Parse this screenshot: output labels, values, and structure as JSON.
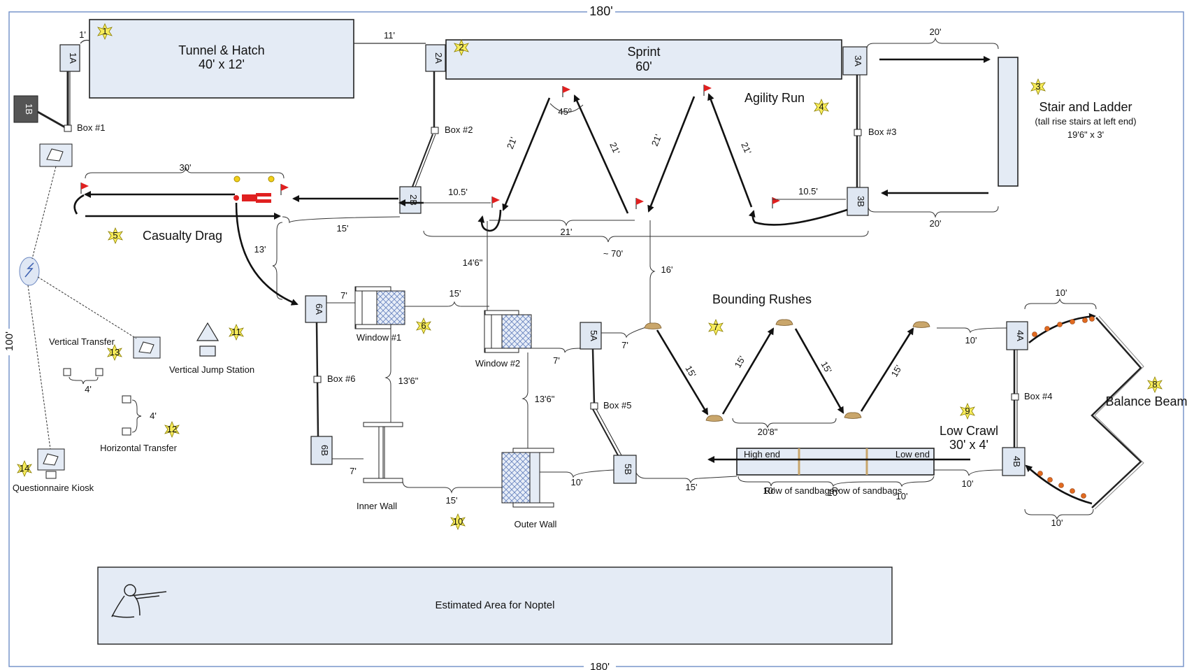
{
  "dimensions": {
    "width_top": "180'",
    "width_bottom": "180'",
    "height_left": "100'"
  },
  "stations": {
    "tunnel": {
      "title": "Tunnel & Hatch",
      "size": "40' x 12'",
      "num": "1"
    },
    "sprint": {
      "title": "Sprint",
      "size": "60'",
      "num": "2"
    },
    "stair": {
      "title": "Stair and Ladder",
      "note": "(tall rise stairs at left end)",
      "size": "19'6\" x 3'",
      "num": "3"
    },
    "agility": {
      "title": "Agility Run",
      "num": "4"
    },
    "drag": {
      "title": "Casualty Drag",
      "num": "5"
    },
    "windows": {
      "w1": "Window #1",
      "w2": "Window #2",
      "num": "6"
    },
    "rushes": {
      "title": "Bounding Rushes",
      "num": "7"
    },
    "beam": {
      "title": "Balance Beam",
      "num": "8"
    },
    "crawl": {
      "title": "Low Crawl",
      "size": "30' x 4'",
      "high": "High end",
      "low": "Low end",
      "sandbags": "Row of sandbags",
      "num": "9"
    },
    "walls": {
      "inner": "Inner Wall",
      "outer": "Outer Wall",
      "num": "10"
    },
    "jump": {
      "title": "Vertical Jump Station",
      "num": "11"
    },
    "htransfer": {
      "title": "Horizontal Transfer",
      "gap": "4'",
      "num": "12"
    },
    "vtransfer": {
      "title": "Vertical Transfer",
      "gap": "4'",
      "num": "13"
    },
    "kiosk": {
      "title": "Questionnaire Kiosk",
      "num": "14"
    },
    "noptel": {
      "title": "Estimated Area for Noptel"
    }
  },
  "boxes": {
    "b1": "Box #1",
    "b2": "Box #2",
    "b3": "Box #3",
    "b4": "Box #4",
    "b5": "Box #5",
    "b6": "Box #6"
  },
  "markers": [
    "1A",
    "1B",
    "2A",
    "2B",
    "3A",
    "3B",
    "4A",
    "4B",
    "5A",
    "5B",
    "6A",
    "6B"
  ],
  "measures": {
    "m1": "1'",
    "m11": "11'",
    "m20a": "20'",
    "m20b": "20'",
    "m30": "30'",
    "m15a": "15'",
    "m13": "13'",
    "m10_5a": "10.5'",
    "m10_5b": "10.5'",
    "m45": "45º",
    "m21a": "21'",
    "m21b": "21'",
    "m21c": "21'",
    "m21d": "21'",
    "m21e": "21'",
    "m70": "~ 70'",
    "m14_6": "14'6\"",
    "m16": "16'",
    "m7a": "7'",
    "m15b": "15'",
    "m7b": "7'",
    "m7c": "7'",
    "m13_6a": "13'6\"",
    "m13_6b": "13'6\"",
    "m7d": "7'",
    "m15c": "15'",
    "m10a": "10'",
    "m15d": "15'",
    "m10b": "10'",
    "m10c": "10'",
    "m10d": "10'",
    "m10e": "10'",
    "m10f": "10'",
    "m10g": "10'",
    "m10h": "10'",
    "m15e": "15'",
    "m15f": "15'",
    "m15g": "15'",
    "m15h": "15'",
    "m20_8": "20'8\""
  }
}
